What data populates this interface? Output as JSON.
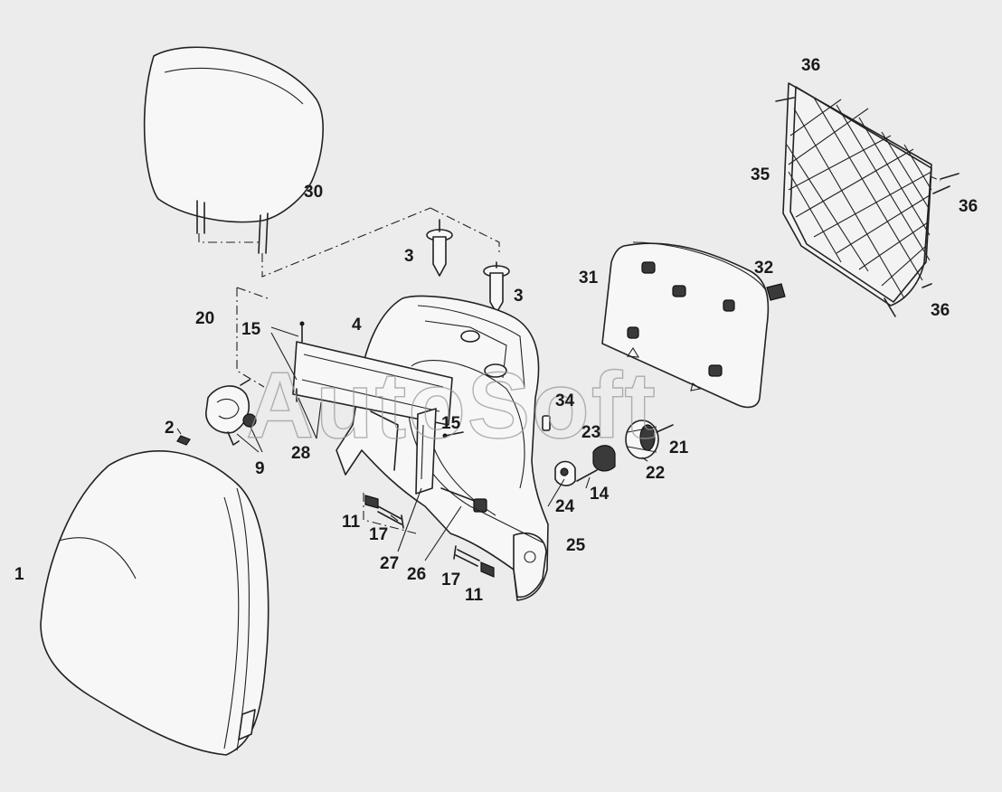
{
  "diagram": {
    "watermark": "AutoSoft",
    "labels": {
      "l1": "1",
      "l2": "2",
      "l3a": "3",
      "l3b": "3",
      "l4": "4",
      "l9": "9",
      "l11a": "11",
      "l11b": "11",
      "l14": "14",
      "l15a": "15",
      "l15b": "15",
      "l17a": "17",
      "l17b": "17",
      "l20": "20",
      "l21": "21",
      "l22": "22",
      "l23": "23",
      "l24": "24",
      "l25": "25",
      "l26": "26",
      "l27": "27",
      "l28": "28",
      "l30": "30",
      "l31": "31",
      "l32": "32",
      "l34": "34",
      "l35": "35",
      "l36a": "36",
      "l36b": "36",
      "l36c": "36"
    }
  }
}
